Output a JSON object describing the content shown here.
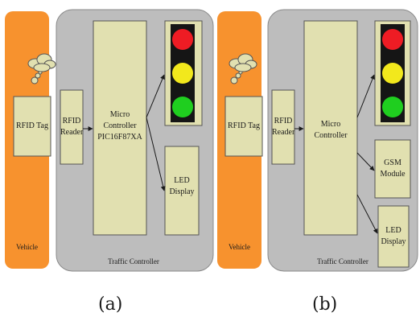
{
  "colors": {
    "vehicle": "#f7922e",
    "controller_bg": "#bdbdbd",
    "block": "#e1e0b0",
    "light_red": "#ee1c24",
    "light_yellow": "#f2e81c",
    "light_green": "#1fce1f",
    "light_housing": "#151515"
  },
  "panel_a": {
    "vehicle_label": "Vehicle",
    "rfid_tag": "RFID Tag",
    "rfid_reader": "RFID\nReader",
    "micro_controller": "Micro\nController\nPIC16F87XA",
    "led_display": "LED\nDisplay",
    "traffic_controller": "Traffic Controller",
    "caption": "(a)"
  },
  "panel_b": {
    "vehicle_label": "Vehicle",
    "rfid_tag": "RFID Tag",
    "rfid_reader": "RFID\nReader",
    "micro_controller": "Micro\nController",
    "gsm_module": "GSM\nModule",
    "led_display": "LED\nDisplay",
    "traffic_controller": "Traffic Controller",
    "caption": "(b)"
  }
}
